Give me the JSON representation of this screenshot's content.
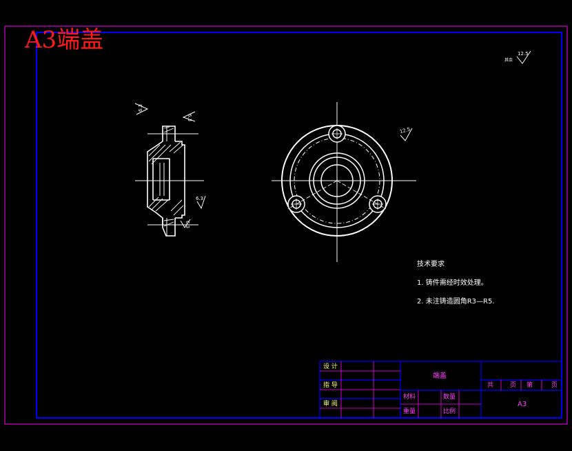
{
  "sheet_title": "A3端盖",
  "roughness": {
    "corner": "12.5",
    "corner_note": "其余",
    "side_top": "6.3",
    "side_top2": "6.3",
    "side_mid": "6.3",
    "side_low": "6.3",
    "front": "12.5"
  },
  "tech_requirements": {
    "heading": "技术要求",
    "item1": "1. 铸件需经时效处理。",
    "item2": "2. 未注铸造圆角R3—R5."
  },
  "title_block": {
    "design": "设 计",
    "check": "指 导",
    "review": "审 阅",
    "part_name": "端盖",
    "total": "共",
    "page_unit1": "页",
    "sheet": "第",
    "page_unit2": "页",
    "material": "材料",
    "quantity": "数量",
    "weight": "重量",
    "scale": "比例",
    "format": "A3"
  },
  "colors": {
    "background": "#000000",
    "outer_frame": "#ff00ff",
    "inner_frame": "#0000ff",
    "geometry": "#ffffff",
    "title_text": "#ff1a1a"
  }
}
